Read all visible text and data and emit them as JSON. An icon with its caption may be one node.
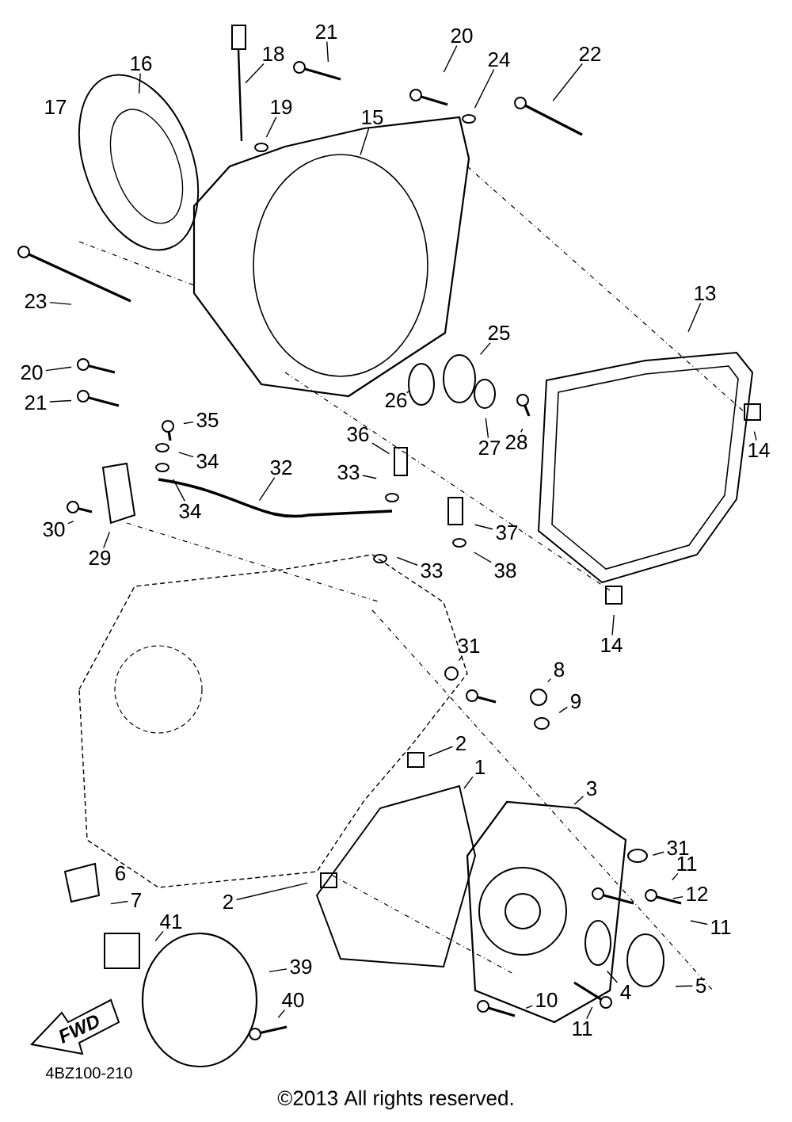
{
  "diagram": {
    "caption": "©2013 All rights reserved.",
    "nodes": [
      {
        "text": [
          "21"
        ]
      },
      {
        "text": [
          "18"
        ]
      },
      {
        "text": [
          "16"
        ]
      },
      {
        "text": [
          "19"
        ]
      },
      {
        "text": [
          "15"
        ]
      },
      {
        "text": [
          "20"
        ]
      },
      {
        "text": [
          "24"
        ]
      },
      {
        "text": [
          "22"
        ]
      },
      {
        "text": [
          "13"
        ]
      },
      {
        "text": [
          "23"
        ]
      },
      {
        "text": [
          "20"
        ]
      },
      {
        "text": [
          "21"
        ]
      },
      {
        "text": [
          "25"
        ]
      },
      {
        "text": [
          "26"
        ]
      },
      {
        "text": [
          "27"
        ]
      },
      {
        "text": [
          "28"
        ]
      },
      {
        "text": [
          "14"
        ]
      },
      {
        "text": [
          "35"
        ]
      },
      {
        "text": [
          "34"
        ]
      },
      {
        "text": [
          "36"
        ]
      },
      {
        "text": [
          "33"
        ]
      },
      {
        "text": [
          "34"
        ]
      },
      {
        "text": [
          "32"
        ]
      },
      {
        "text": [
          "30"
        ]
      },
      {
        "text": [
          "29"
        ]
      },
      {
        "text": [
          "37"
        ]
      },
      {
        "text": [
          "38"
        ]
      },
      {
        "text": [
          "33"
        ]
      },
      {
        "text": [
          "14"
        ]
      },
      {
        "text": [
          "31"
        ]
      },
      {
        "text": [
          "8"
        ]
      },
      {
        "text": [
          "9"
        ]
      },
      {
        "text": [
          "2"
        ]
      },
      {
        "text": [
          "1"
        ]
      },
      {
        "text": [
          "3"
        ]
      },
      {
        "text": [
          "31"
        ]
      },
      {
        "text": [
          "11"
        ]
      },
      {
        "text": [
          "12"
        ]
      },
      {
        "text": [
          "11"
        ]
      },
      {
        "text": [
          "7"
        ]
      },
      {
        "text": [
          "41"
        ]
      },
      {
        "text": [
          "2"
        ]
      },
      {
        "text": [
          "39"
        ]
      },
      {
        "text": [
          "4"
        ]
      },
      {
        "text": [
          "5"
        ]
      },
      {
        "text": [
          "40"
        ]
      },
      {
        "text": [
          "10"
        ]
      },
      {
        "text": [
          "11"
        ]
      }
    ],
    "edges": [
      {
        "from": 0,
        "to": null,
        "arrow": "none"
      },
      {
        "from": 1,
        "to": null,
        "arrow": "none"
      },
      {
        "from": 2,
        "to": null,
        "arrow": "none"
      },
      {
        "from": 3,
        "to": null,
        "arrow": "none"
      },
      {
        "from": 4,
        "to": null,
        "arrow": "none"
      },
      {
        "from": 5,
        "to": null,
        "arrow": "none"
      },
      {
        "from": 6,
        "to": null,
        "arrow": "none"
      },
      {
        "from": 7,
        "to": null,
        "arrow": "none"
      },
      {
        "from": 8,
        "to": null,
        "arrow": "none"
      },
      {
        "from": 9,
        "to": null,
        "arrow": "none"
      },
      {
        "from": 10,
        "to": null,
        "arrow": "none"
      },
      {
        "from": 11,
        "to": null,
        "arrow": "none"
      },
      {
        "from": 12,
        "to": null,
        "arrow": "none"
      },
      {
        "from": 13,
        "to": null,
        "arrow": "none"
      },
      {
        "from": 14,
        "to": null,
        "arrow": "none"
      },
      {
        "from": 15,
        "to": null,
        "arrow": "none"
      },
      {
        "from": 16,
        "to": null,
        "arrow": "none"
      },
      {
        "from": 17,
        "to": null,
        "arrow": "none"
      },
      {
        "from": 18,
        "to": null,
        "arrow": "none"
      },
      {
        "from": 19,
        "to": null,
        "arrow": "none"
      },
      {
        "from": 20,
        "to": null,
        "arrow": "none"
      },
      {
        "from": 21,
        "to": null,
        "arrow": "none"
      },
      {
        "from": 22,
        "to": null,
        "arrow": "none"
      },
      {
        "from": 23,
        "to": null,
        "arrow": "none"
      },
      {
        "from": 24,
        "to": null,
        "arrow": "none"
      },
      {
        "from": 25,
        "to": null,
        "arrow": "none"
      },
      {
        "from": 26,
        "to": null,
        "arrow": "none"
      },
      {
        "from": 27,
        "to": null,
        "arrow": "none"
      },
      {
        "from": 28,
        "to": null,
        "arrow": "none"
      },
      {
        "from": 29,
        "to": null,
        "arrow": "none"
      },
      {
        "from": 30,
        "to": null,
        "arrow": "none"
      },
      {
        "from": 31,
        "to": null,
        "arrow": "none"
      },
      {
        "from": 32,
        "to": null,
        "arrow": "none"
      },
      {
        "from": 33,
        "to": null,
        "arrow": "none"
      },
      {
        "from": 34,
        "to": null,
        "arrow": "none"
      },
      {
        "from": 35,
        "to": null,
        "arrow": "none"
      },
      {
        "from": 36,
        "to": null,
        "arrow": "none"
      },
      {
        "from": 37,
        "to": null,
        "arrow": "none"
      },
      {
        "from": 38,
        "to": null,
        "arrow": "none"
      },
      {
        "from": 39,
        "to": null,
        "arrow": "none"
      },
      {
        "from": 40,
        "to": null,
        "arrow": "none"
      },
      {
        "from": 41,
        "to": null,
        "arrow": "none"
      },
      {
        "from": 42,
        "to": null,
        "arrow": "none"
      },
      {
        "from": 43,
        "to": null,
        "arrow": "none"
      },
      {
        "from": 44,
        "to": null,
        "arrow": "none"
      },
      {
        "from": 45,
        "to": null,
        "arrow": "none"
      },
      {
        "from": 46,
        "to": null,
        "arrow": "none"
      },
      {
        "from": 47,
        "to": null,
        "arrow": "none"
      }
    ],
    "labels": [
      "17",
      "6",
      "FWD",
      "4BZ100-210"
    ]
  }
}
